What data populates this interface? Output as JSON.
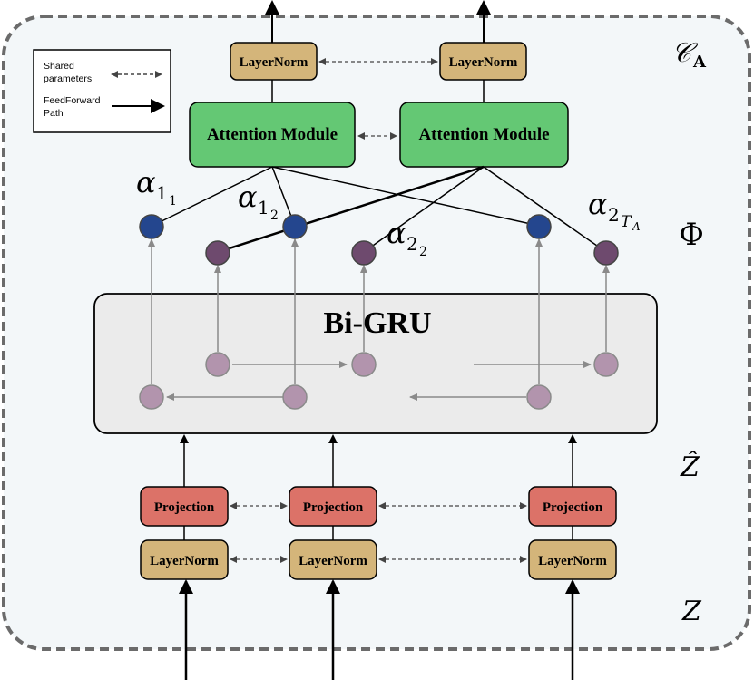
{
  "legend": {
    "shared_label_line1": "Shared",
    "shared_label_line2": "parameters",
    "feedforward_label_line1": "FeedForward",
    "feedforward_label_line2": "Path"
  },
  "top": {
    "layernorm_left": "LayerNorm",
    "layernorm_right": "LayerNorm",
    "attention_left": "Attention Module",
    "attention_right": "Attention Module"
  },
  "labels": {
    "ca_main": "𝒞",
    "ca_sub": "A",
    "phi": "Φ",
    "zhat": "Ẑ",
    "z": "Z",
    "alpha": "α",
    "alpha11_sub": "1",
    "alpha11_subsub": "1",
    "alpha12_sub": "1",
    "alpha12_subsub": "2",
    "alpha22_sub": "2",
    "alpha22_subsub": "2",
    "alpha2TA_sub": "2",
    "alpha2TA_subsub": "T",
    "alpha2TA_subsubsub": "A"
  },
  "bigru": {
    "title": "Bi-GRU"
  },
  "bottom": {
    "projection_1": "Projection",
    "projection_2": "Projection",
    "projection_3": "Projection",
    "layernorm_1": "LayerNorm",
    "layernorm_2": "LayerNorm",
    "layernorm_3": "LayerNorm"
  },
  "colors": {
    "layernorm": "#d4b57a",
    "attention": "#64c874",
    "projection": "#dc7268",
    "bigru_bg": "#ebebeb",
    "outer_bg": "#f3f7f9",
    "node_blue": "#24468e",
    "node_purple": "#6e4a6e",
    "node_light": "#b294ad"
  }
}
